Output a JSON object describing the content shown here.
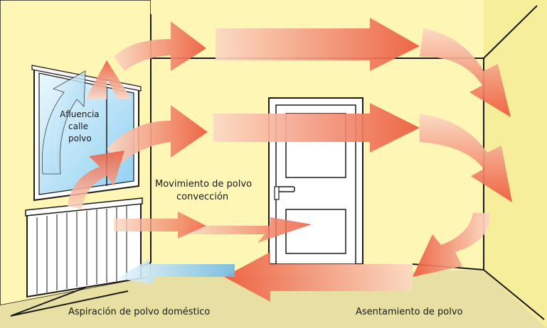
{
  "labels": {
    "inflow_line1": "Afluencia",
    "inflow_line2": "calle",
    "inflow_line3": "polvo",
    "convection_line1": "Movimiento de polvo",
    "convection_line2": "convección",
    "aspiration": "Aspiración de polvo doméstico",
    "settling": "Asentamiento de polvo"
  },
  "colors": {
    "wall": "#fdf6b4",
    "side_wall": "#f7ee9c",
    "floor": "#e8e0a2",
    "arrow_dark": "#ec5a3c",
    "arrow_light": "#fbd9c4",
    "intake_blue": "#6fb8e6",
    "window_glass": "#a9dbf5",
    "door": "#ffffff",
    "outline": "#1a1a1a"
  }
}
